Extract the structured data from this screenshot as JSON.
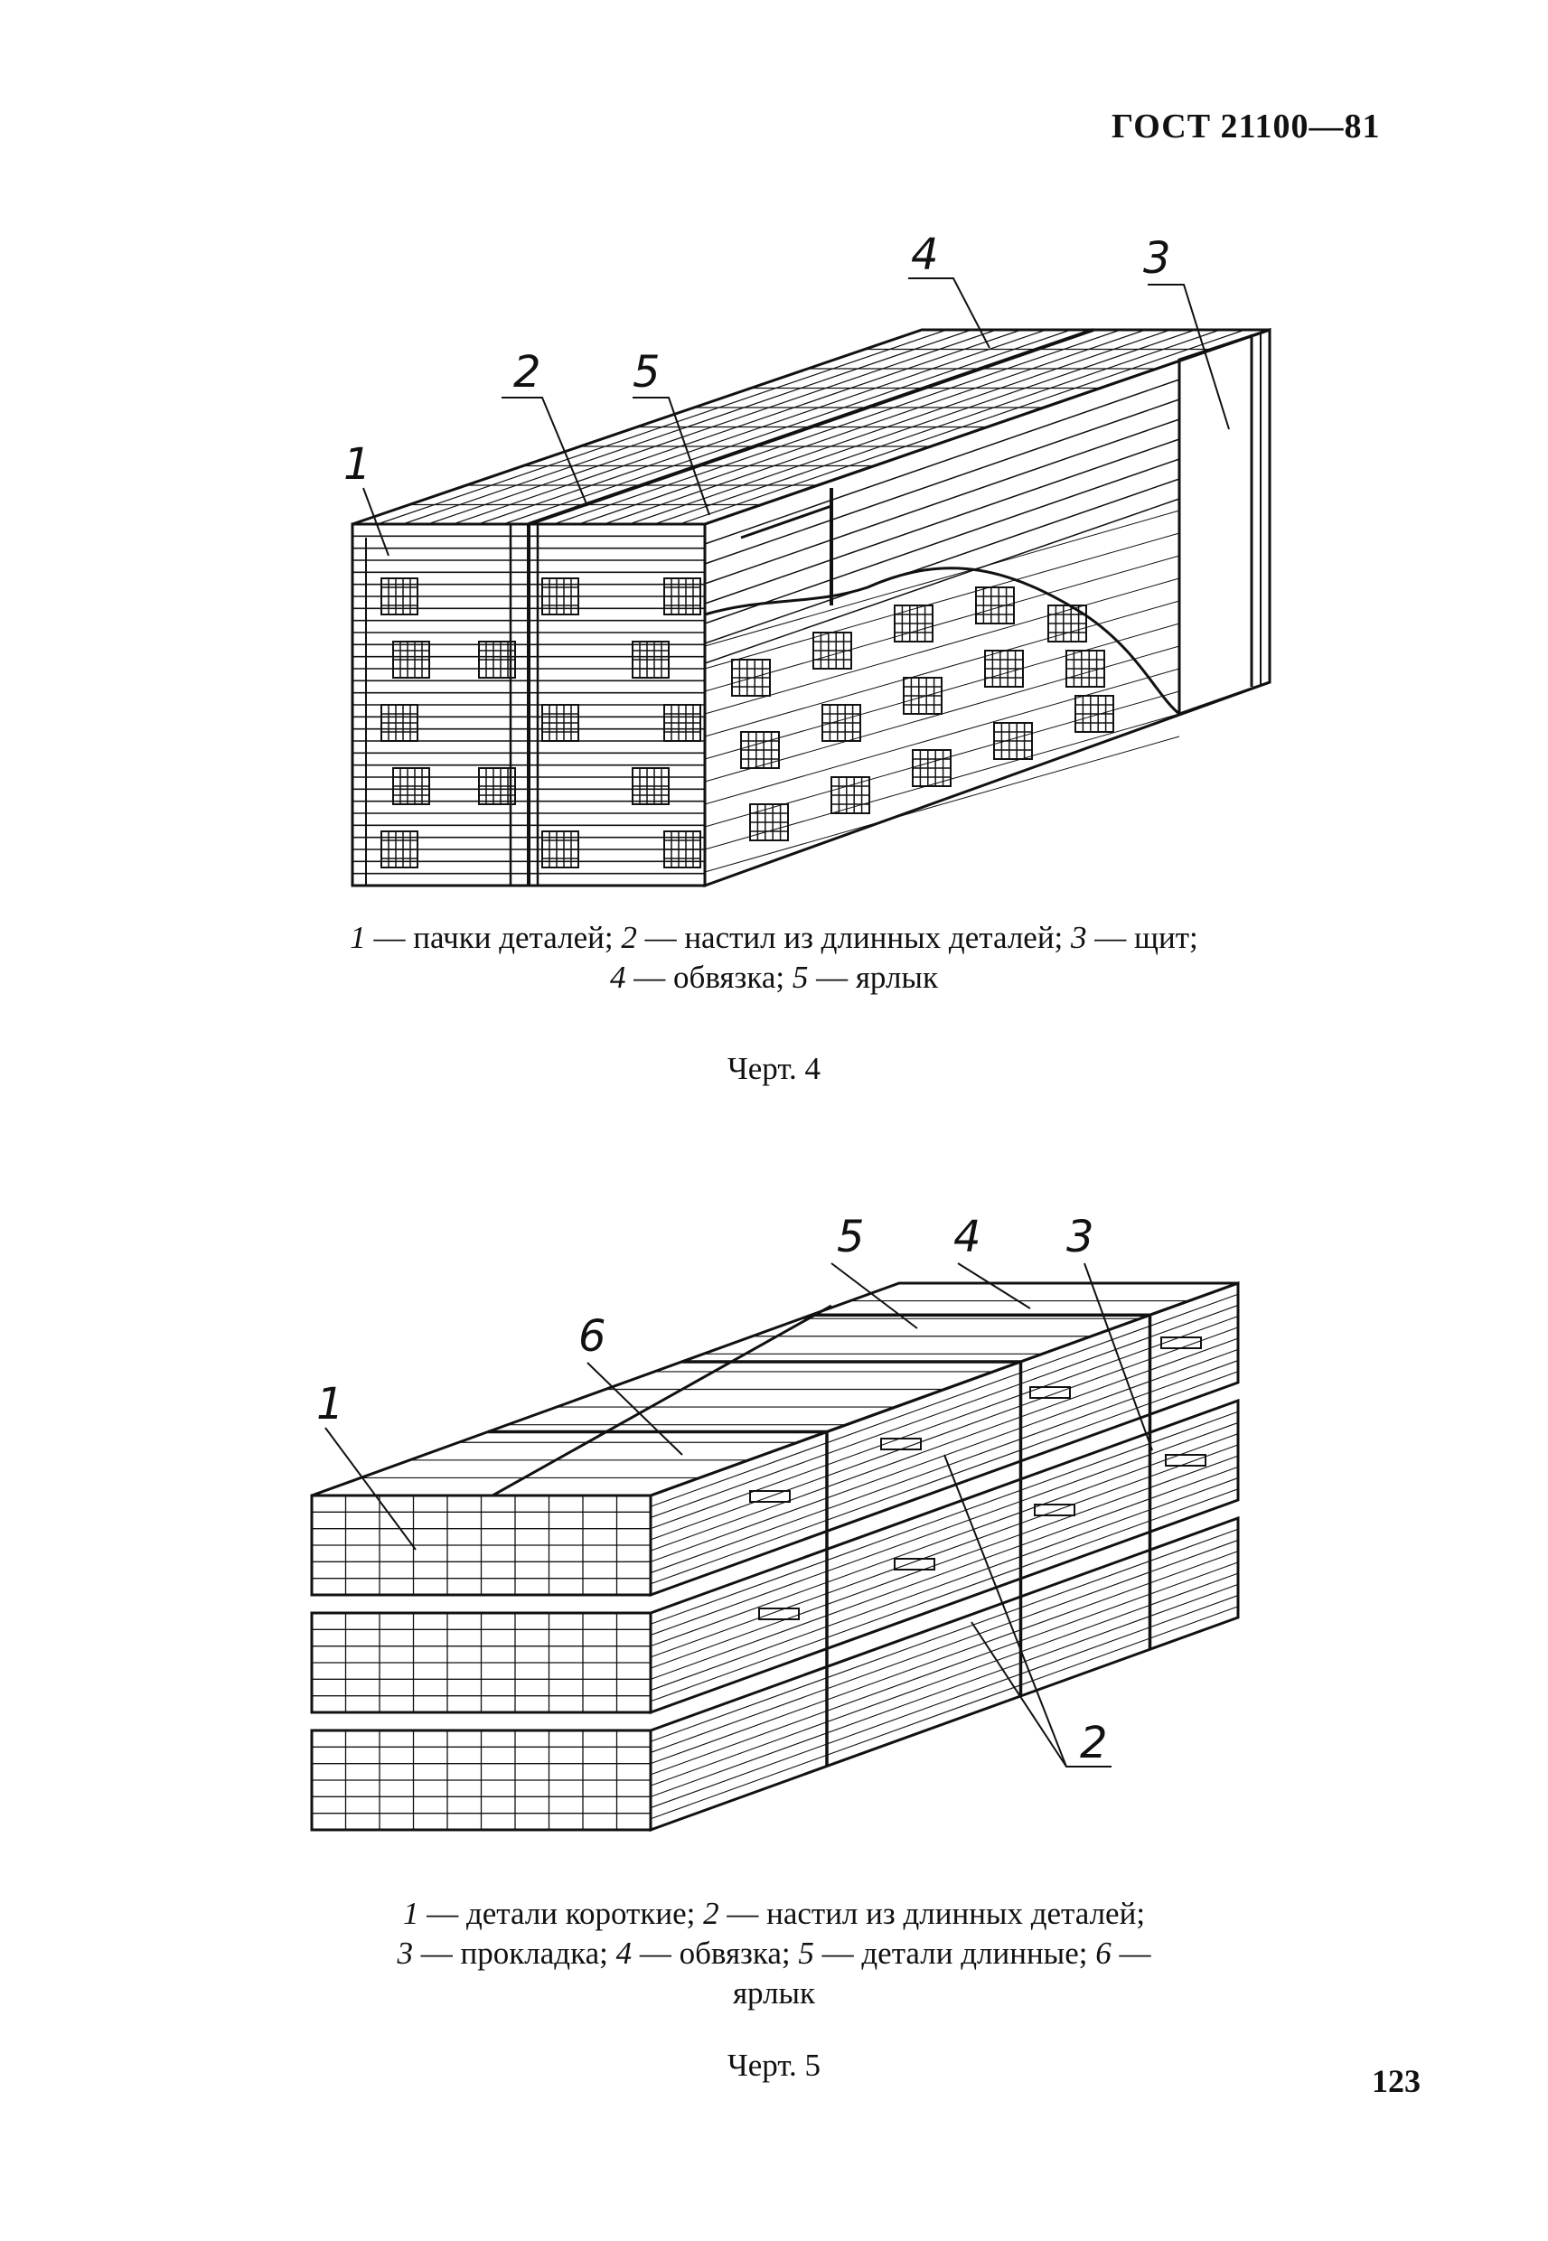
{
  "header": {
    "standard": "ГОСТ 21100—81"
  },
  "figure4": {
    "labels": [
      "1",
      "2",
      "3",
      "4",
      "5"
    ],
    "caption_line1": [
      {
        "n": "1",
        "t": " — пачки деталей; "
      },
      {
        "n": "2",
        "t": " — настил из длинных деталей; "
      },
      {
        "n": "3",
        "t": " — щит;"
      }
    ],
    "caption_line2": [
      {
        "n": "4",
        "t": " — обвязка; "
      },
      {
        "n": "5",
        "t": " — ярлык"
      }
    ],
    "title": "Черт. 4"
  },
  "figure5": {
    "labels": [
      "1",
      "2",
      "3",
      "4",
      "5",
      "6"
    ],
    "caption_line1": [
      {
        "n": "1",
        "t": " — детали короткие; "
      },
      {
        "n": "2",
        "t": " — настил из длинных деталей;"
      }
    ],
    "caption_line2": [
      {
        "n": "3",
        "t": " — прокладка; "
      },
      {
        "n": "4",
        "t": " — обвязка; "
      },
      {
        "n": "5",
        "t": " — детали длинные; "
      },
      {
        "n": "6",
        "t": " —"
      }
    ],
    "caption_line3": "ярлык",
    "title": "Черт. 5"
  },
  "page_number": "123"
}
